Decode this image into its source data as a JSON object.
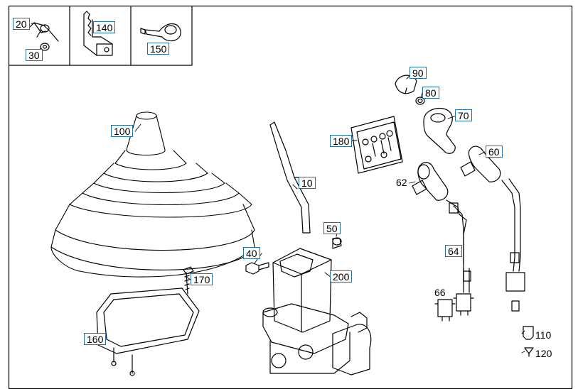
{
  "diagram": {
    "callouts": {
      "c20": "20",
      "c30": "30",
      "c140": "140",
      "c150": "150",
      "c100": "100",
      "c10": "10",
      "c180": "180",
      "c90": "90",
      "c80": "80",
      "c70": "70",
      "c60": "60",
      "c50": "50",
      "c40": "40",
      "c200": "200",
      "c170": "170",
      "c160": "160",
      "c64": "64"
    },
    "plain_labels": {
      "p62": "62",
      "p66": "66",
      "p110": "110",
      "p120": "120"
    }
  }
}
